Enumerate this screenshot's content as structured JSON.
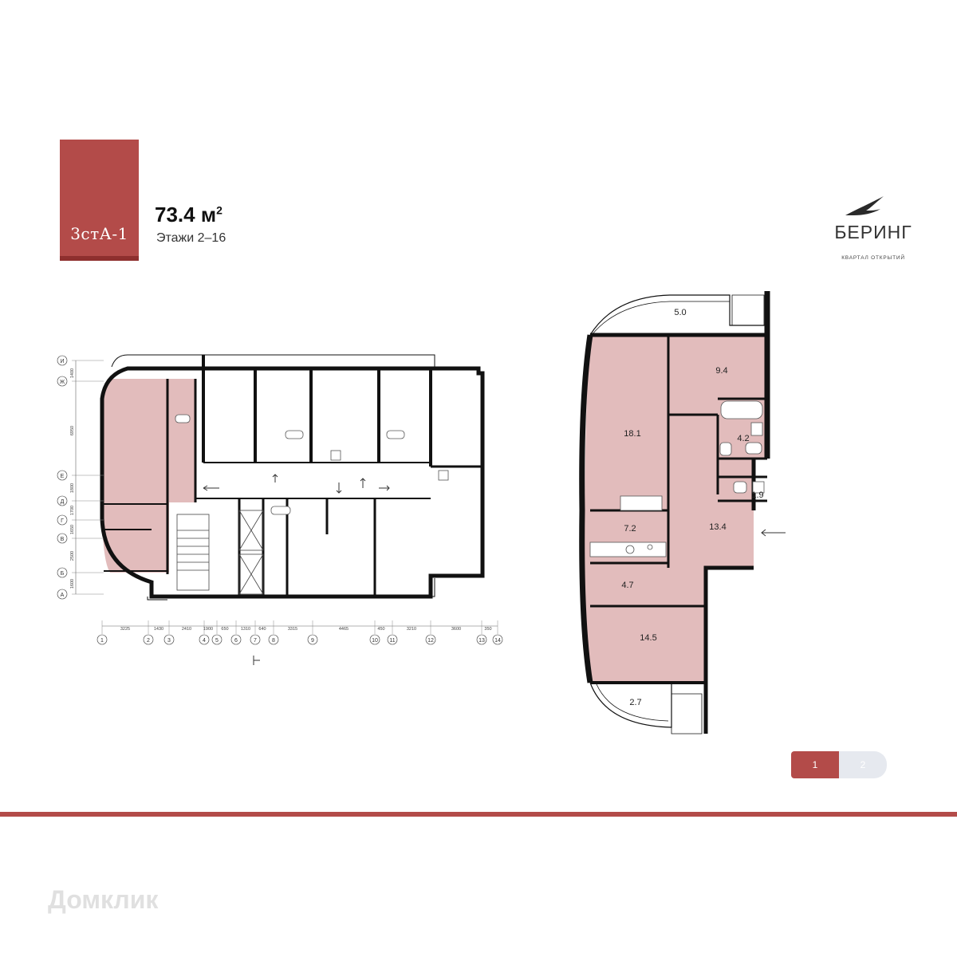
{
  "badge": {
    "label": "3стА-1",
    "color": "#b34b49"
  },
  "header": {
    "area_value": "73.4 м",
    "area_sup": "2",
    "floors": "Этажи 2–16"
  },
  "logo": {
    "name": "БЕРИНГ",
    "subtitle": "КВАРТАЛ ОТКРЫТИЙ",
    "icon": "seabird-icon"
  },
  "apartment": {
    "room_areas": [
      "5.0",
      "9.4",
      "18.1",
      "4.2",
      "1.9",
      "13.4",
      "7.2",
      "4.7",
      "14.5",
      "2.7"
    ],
    "fill_color": "#e2bcbc"
  },
  "floor_plan": {
    "row_axes": [
      "И",
      "Ж",
      "Е",
      "Д",
      "Г",
      "В",
      "Б",
      "А"
    ],
    "col_axes": [
      "1",
      "2",
      "3",
      "4",
      "5",
      "6",
      "7",
      "8",
      "9",
      "10",
      "11",
      "12",
      "13",
      "14"
    ],
    "row_dims": [
      "1400",
      "6950",
      "1800",
      "1700",
      "1650",
      "2500",
      "1600"
    ],
    "col_dims": [
      "3225",
      "1430",
      "2410",
      "1900",
      "650",
      "1310",
      "640",
      "3315",
      "4465",
      "450",
      "3210",
      "3600",
      "350"
    ],
    "highlight_color": "#e2bcbc"
  },
  "pagination": {
    "pages": [
      "1",
      "2"
    ],
    "active": "1"
  },
  "watermark": "Домклик"
}
